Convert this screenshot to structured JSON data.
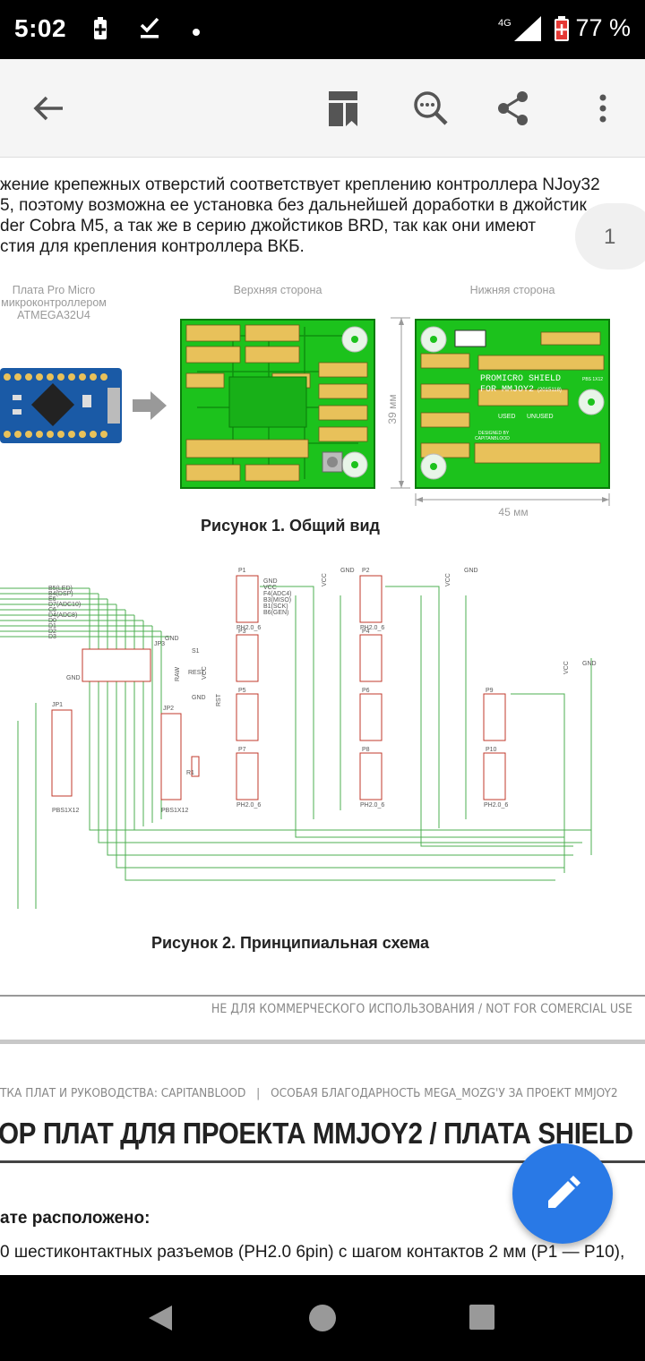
{
  "status_bar": {
    "time": "5:02",
    "network": "4G",
    "battery": "77 %"
  },
  "toolbar": {
    "back_icon": "arrow-left-icon",
    "bookmark_icon": "bookmark-page-icon",
    "search_icon": "zoom-search-icon",
    "share_icon": "share-icon",
    "more_icon": "more-vert-icon"
  },
  "document": {
    "paragraph_lines": [
      "жение крепежных отверстий соответствует креплению контроллера NJoy32",
      "5, поэтому возможна ее установка без дальнейшей доработки в джойстик",
      "der Cobra M5, а так же в серию джойстиков BRD, так как они имеют",
      "стия для крепления контроллера ВКБ."
    ],
    "page_number": "1",
    "figure1": {
      "left_caption": [
        "Плата Pro Micro",
        "микроконтроллером",
        "ATMEGA32U4"
      ],
      "top_caption": "Верхняя сторона",
      "bottom_caption": "Нижняя сторона",
      "dim_height": "39 мм",
      "dim_width": "45 мм",
      "board_label": [
        "PROMICRO SHIELD",
        "FOR MMJOY2"
      ],
      "board_date": "(2015118)",
      "legend_used": "USED",
      "legend_unused": "UNUSED",
      "designed_by": [
        "DESIGNED BY",
        "CAPITANBLOOD"
      ],
      "pbs_label": "PBS 1X12",
      "title": "Рисунок 1. Общий вид"
    },
    "figure2": {
      "title": "Рисунок 2. Принципиальная схема",
      "left_pins": [
        "B5(LED)",
        "B4(DSP)",
        "E6",
        "D7(ADC10)",
        "C6",
        "D4(ADC8)",
        "D0",
        "D1",
        "D2",
        "D3"
      ],
      "connector_pins": [
        "GND",
        "VCC",
        "F4(ADC4)",
        "B3(MISO)",
        "B1(SCK)",
        "B6(GEN)"
      ],
      "labels": {
        "p1": "P1",
        "p2": "P2",
        "p3": "P3",
        "p4": "P4",
        "p5": "P5",
        "p6": "P6",
        "p7": "P7",
        "p8": "P8",
        "p9": "P9",
        "p10": "P10",
        "ph": "PH2.0_6",
        "jp1": "JP1",
        "jp2": "JP2",
        "jp3": "JP3",
        "pbs": "PBS1X12",
        "s1": "S1",
        "rest": "REST",
        "gnd": "GND",
        "vcc": "VCC",
        "r1": "R1",
        "raw": "RAW",
        "rst": "RST"
      }
    },
    "footer_note": "НЕ ДЛЯ КОММЕРЧЕСКОГО ИСПОЛЬЗОВАНИЯ / NOT FOR COMERCIAL USE",
    "credits_left": "ТКА ПЛАТ И РУКОВОДСТВА: CAPITANBLOOD",
    "credits_sep": "|",
    "credits_right": "ОСОБАЯ БЛАГОДАРНОСТЬ MEGA_MOZG'У ЗА ПРОЕКТ MMJOY2",
    "section_title": "ОР ПЛАТ ДЛЯ ПРОЕКТА MMJOY2 / ПЛАТА SHIELD",
    "subheading": "ате расположено:",
    "list_line": "0 шестиконтактных разъемов (PH2.0 6pin) с шагом контактов 2 мм (P1 — P10),"
  },
  "fab": {
    "icon": "edit-pencil-icon"
  },
  "nav_bar": {
    "back_icon": "nav-back-icon",
    "home_icon": "nav-home-icon",
    "recents_icon": "nav-recents-icon"
  },
  "colors": {
    "pcb_green": "#1cc21c",
    "fab_blue": "#2979e6",
    "schematic_wire": "#4caf50",
    "schematic_red": "#c0392b"
  }
}
